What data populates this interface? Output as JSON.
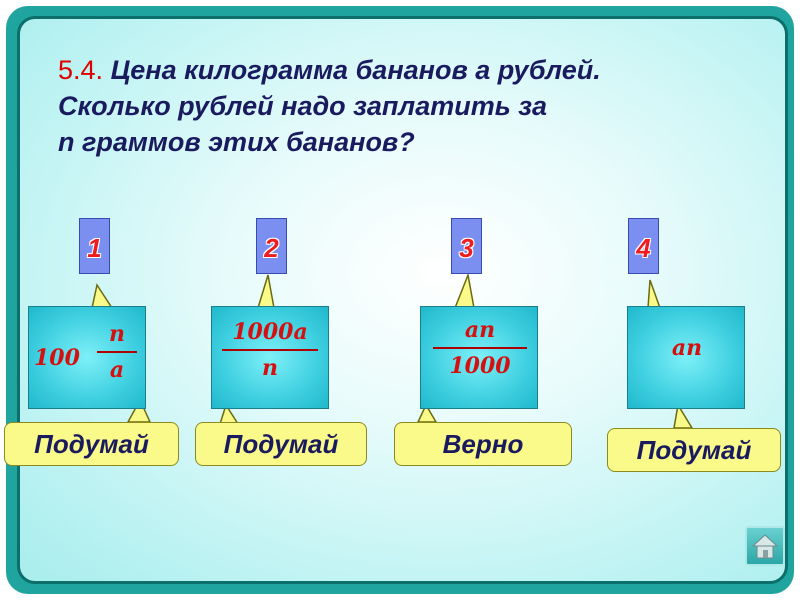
{
  "question": {
    "number": "5.4.",
    "line1": "Цена  килограмма  бананов  а  рублей.",
    "line2": "Сколько  рублей  надо  заплатить  за",
    "line3": "n граммов этих бананов?"
  },
  "options": [
    {
      "num": "1",
      "coef": "100",
      "numerator": "n",
      "denominator": "a",
      "label": "Подумай"
    },
    {
      "num": "2",
      "numerator": "1000a",
      "denominator": "n",
      "label": "Подумай"
    },
    {
      "num": "3",
      "numerator": "an",
      "denominator": "1000",
      "label": "Верно"
    },
    {
      "num": "4",
      "expr": "an",
      "label": "Подумай"
    }
  ],
  "nav": {
    "home_icon": "home-icon"
  },
  "colors": {
    "frame": "#1fa49f",
    "label_bg": "#fafa8a",
    "answer_text": "#d41010",
    "number_text": "#ee1c1c"
  }
}
